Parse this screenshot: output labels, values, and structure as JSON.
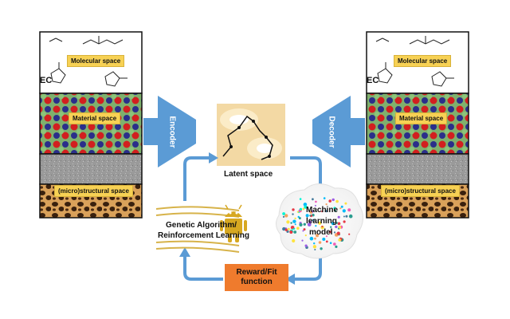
{
  "panels": {
    "molecular_label": "Molecular space",
    "material_label": "Material space",
    "structural_label": "(micro)structural space",
    "ec_label": "EC"
  },
  "center": {
    "encoder_label": "Encoder",
    "decoder_label": "Decoder",
    "latent_label": "Latent space",
    "ml_label_line1": "Machine",
    "ml_label_line2": "learning",
    "ml_label_line3": "model",
    "ga_label_line1": "Genetic Algorithm/",
    "ga_label_line2": "Reinforcement Learning",
    "reward_line1": "Reward/Fit",
    "reward_line2": "function"
  },
  "colors": {
    "arrow_blue": "#5b9bd5",
    "tag_yellow": "#f7d154",
    "reward_orange": "#ef7b2d",
    "latent_bg": "#f3d9a4"
  }
}
